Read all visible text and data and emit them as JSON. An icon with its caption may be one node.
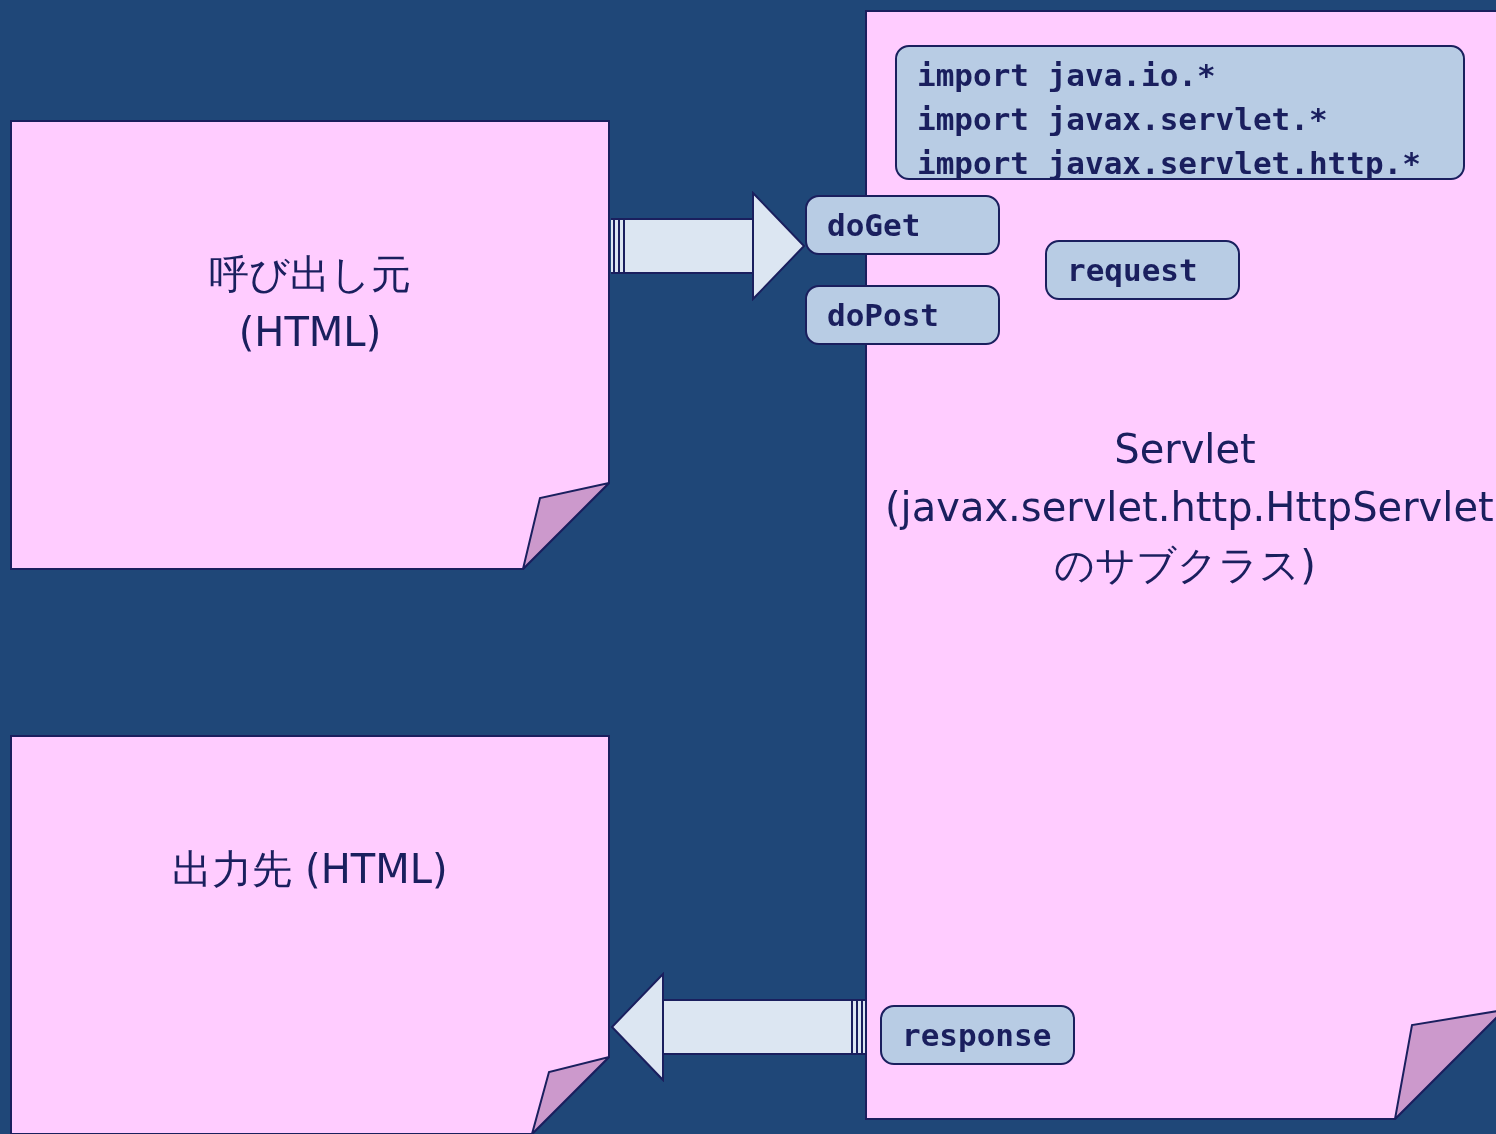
{
  "diagram": {
    "nodes": [
      {
        "text": [
          "呼び出し元 (HTML)"
        ]
      },
      {
        "text": [
          "出力先 (HTML)"
        ]
      },
      {
        "text": [
          "Servlet (javax.servlet.http.HttpServlet のサブクラス)"
        ]
      },
      {
        "text": [
          "import java.io.*",
          "import javax.servlet.*",
          "import javax.servlet.http.*"
        ],
        "in": 2
      },
      {
        "text": [
          "doGet"
        ]
      },
      {
        "text": [
          "doPost"
        ]
      },
      {
        "text": [
          "request"
        ],
        "in": 2
      },
      {
        "text": [
          "response"
        ],
        "in": 2
      }
    ],
    "edges": [
      {
        "from": 0,
        "to": 4,
        "arrow": "to"
      },
      {
        "from": 2,
        "to": 1,
        "arrow": "to"
      }
    ]
  }
}
